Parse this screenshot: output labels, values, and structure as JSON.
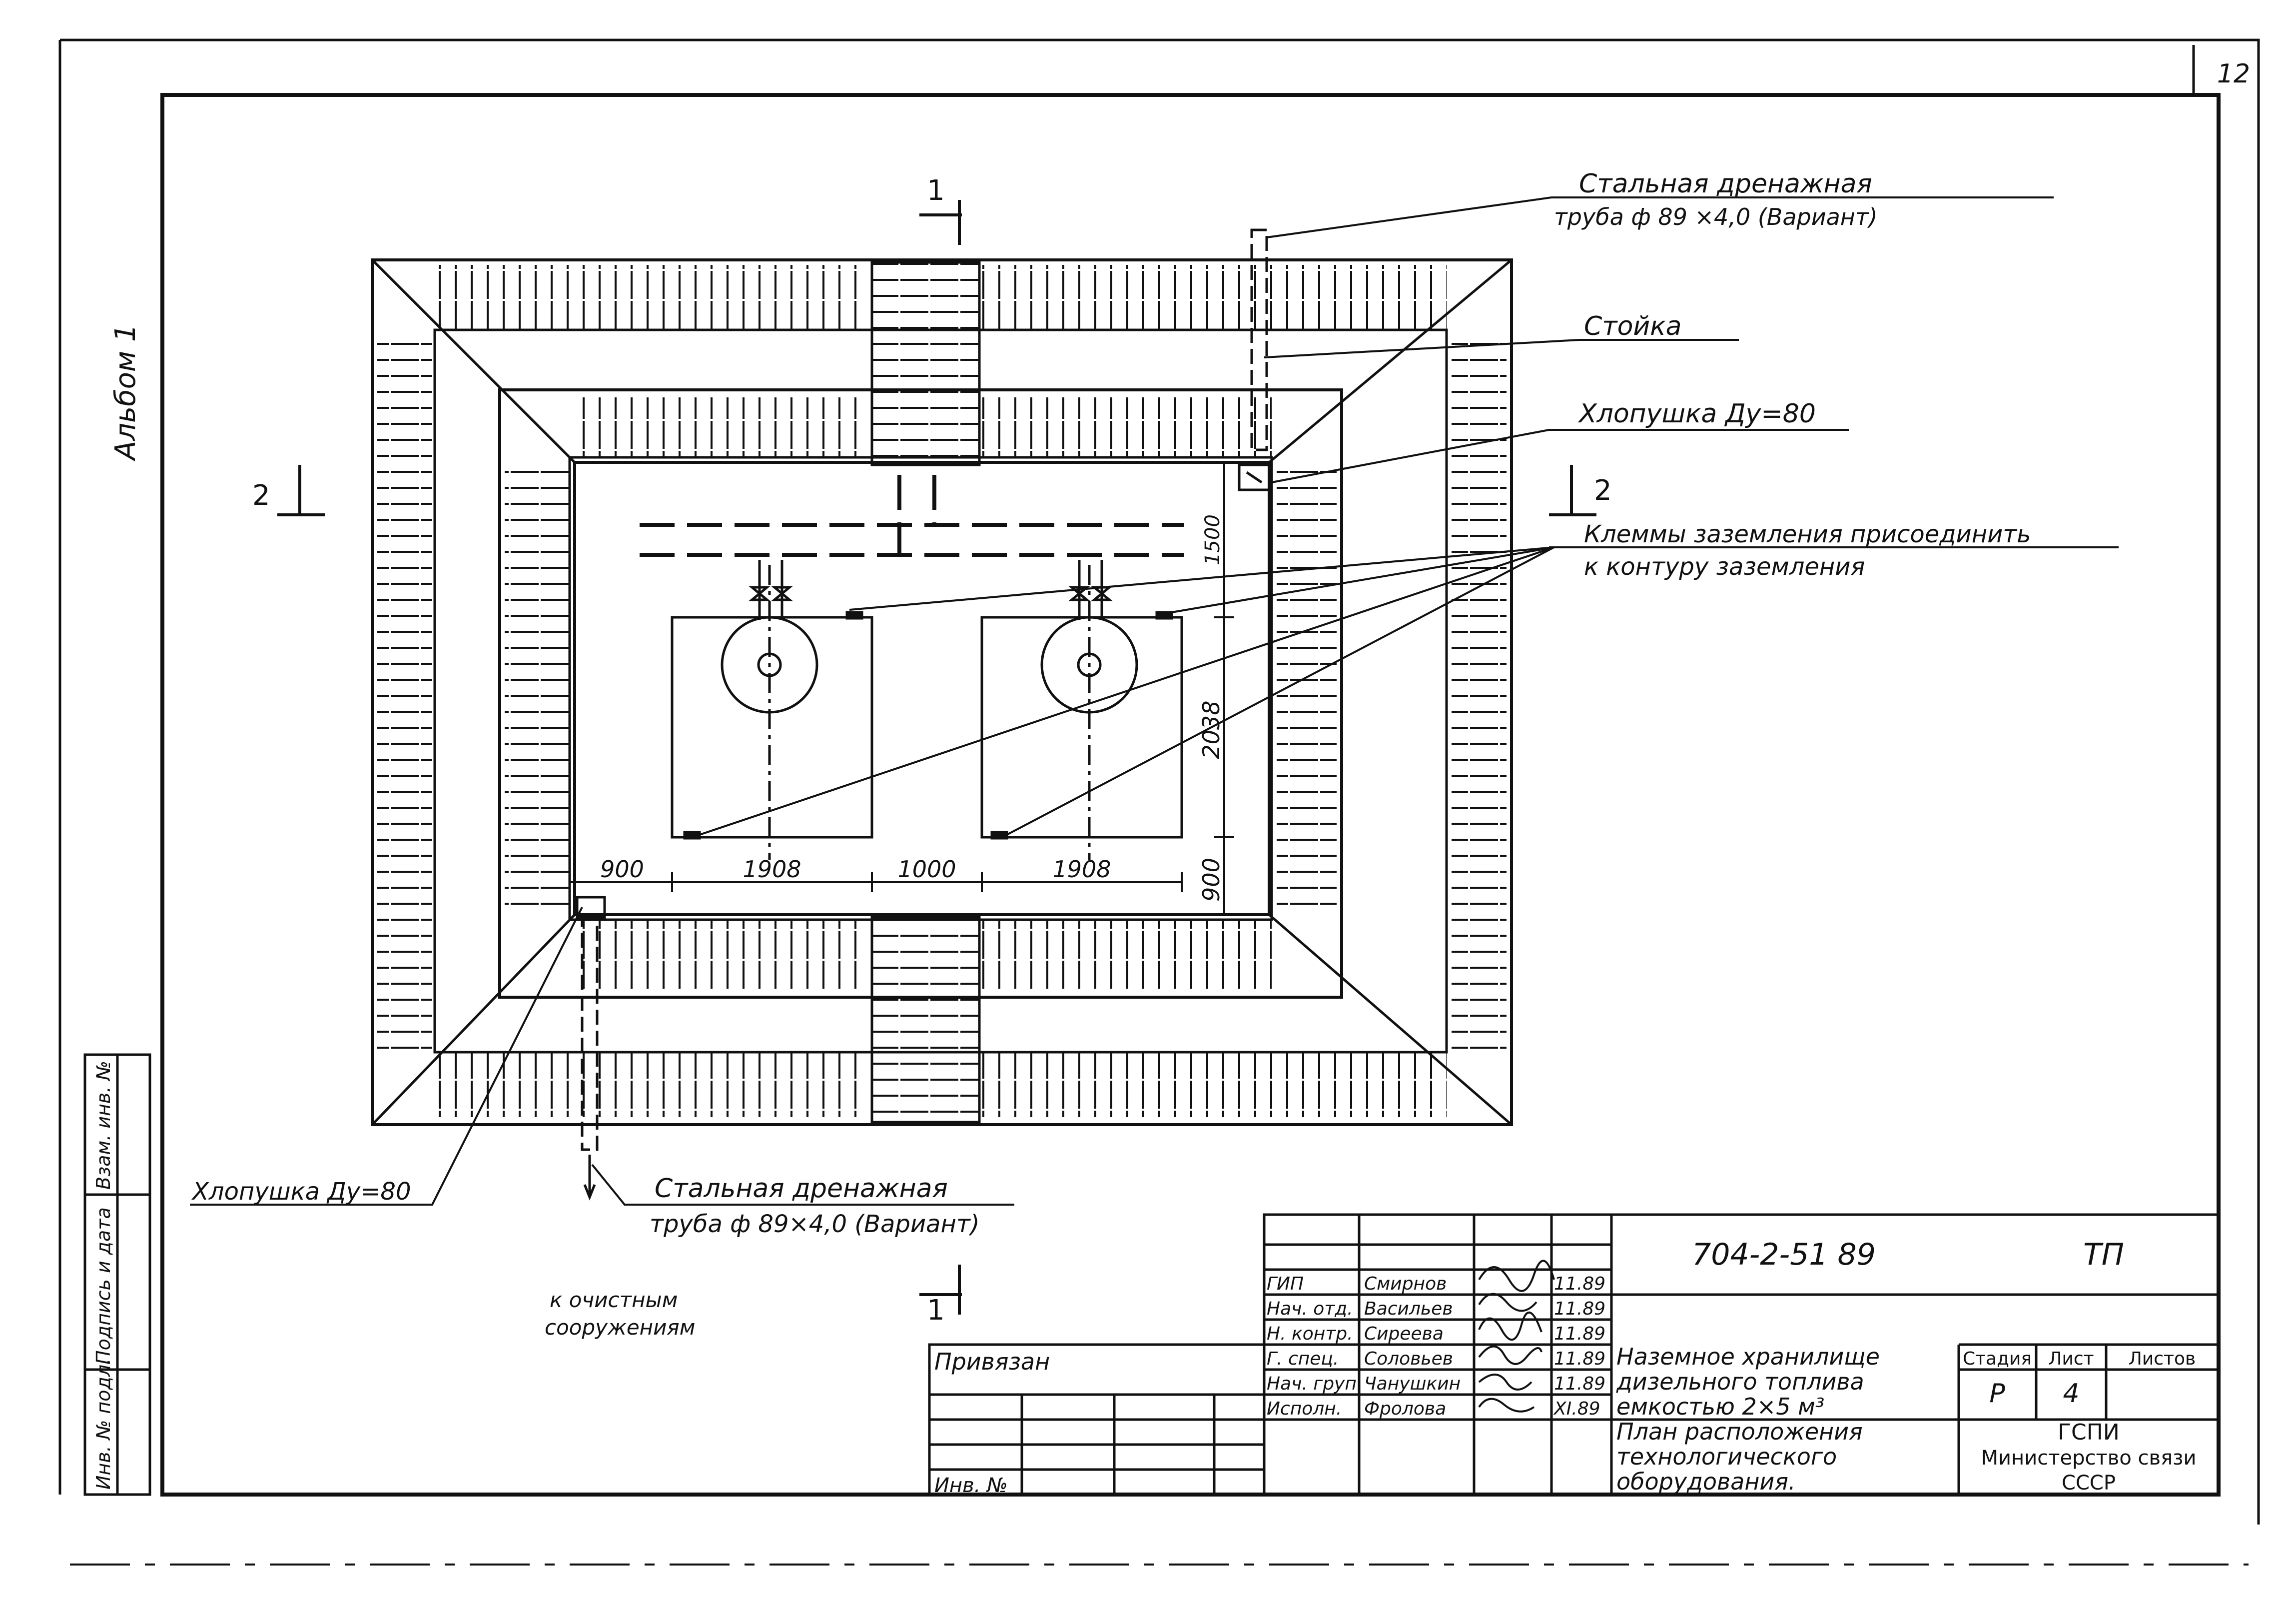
{
  "sheet": {
    "number": "12",
    "album": "Альбом 1"
  },
  "sections": {
    "s1": "1",
    "s2": "2"
  },
  "callouts": {
    "drain_pipe_top_1": "Стальная дренажная",
    "drain_pipe_top_2": "труба ф 89 ×4,0 (Вариант)",
    "post": "Стойка",
    "flapper_top": "Хлопушка Ду=80",
    "ground_1": "Клеммы заземления присоединить",
    "ground_2": "к контуру заземления",
    "flapper_bottom": "Хлопушка Ду=80",
    "drain_pipe_bottom_1": "Стальная дренажная",
    "drain_pipe_bottom_2": "труба ф 89×4,0 (Вариант)",
    "treatment_1": "к очистным",
    "treatment_2": "сооружениям"
  },
  "dimensions": {
    "d900_left": "900",
    "d1908_a": "1908",
    "d1000": "1000",
    "d1908_b": "1908",
    "d900_right": "900",
    "d2038": "2038",
    "d1500": "1500"
  },
  "stamp_side": {
    "c1": "Инв. № подл.",
    "c2": "Подпись и дата",
    "c3": "Взам. инв. №"
  },
  "binding": {
    "label": "Привязан",
    "inv": "Инв. №"
  },
  "title_block": {
    "doc_code": "704-2-51 89",
    "doc_type": "ТП",
    "staff": [
      {
        "role": "ГИП",
        "name": "Смирнов",
        "date": "11.89"
      },
      {
        "role": "Нач. отд.",
        "name": "Васильев",
        "date": "11.89"
      },
      {
        "role": "Н. контр.",
        "name": "Сиреева",
        "date": "11.89"
      },
      {
        "role": "Г. спец.",
        "name": "Соловьев",
        "date": "11.89"
      },
      {
        "role": "Нач. груп.",
        "name": "Чанушкин",
        "date": "11.89"
      },
      {
        "role": "Исполн.",
        "name": "Фролова",
        "date": "XI.89"
      }
    ],
    "object_1": "Наземное хранилище",
    "object_2": "дизельного топлива",
    "object_3": "емкостью 2×5 м³",
    "sheet_title_1": "План расположения",
    "sheet_title_2": "технологического",
    "sheet_title_3": "оборудования.",
    "stage_hdr": "Стадия",
    "sheet_hdr": "Лист",
    "sheets_hdr": "Листов",
    "stage": "Р",
    "sheet_no": "4",
    "sheets_total": "",
    "org_1": "ГСПИ",
    "org_2": "Министерство связи",
    "org_3": "СССР"
  }
}
